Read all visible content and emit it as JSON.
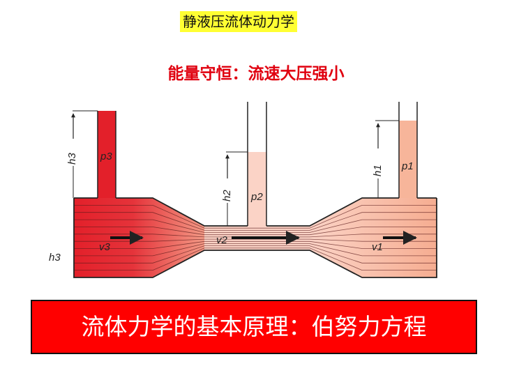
{
  "header": {
    "title": "静液压流体动力学"
  },
  "subtitle": "能量守恒：流速大压强小",
  "banner": {
    "text": "流体力学的基本原理：伯努力方程"
  },
  "diagram": {
    "labels": {
      "h3_column": "h3",
      "p3": "p3",
      "h2_column": "h2",
      "p2": "p2",
      "h1_column": "h1",
      "p1": "p1",
      "v3": "v3",
      "v2": "v2",
      "v1": "v1",
      "h3_side": "h3"
    },
    "colors": {
      "section3": "#e8222a",
      "section2": "#fbd3c6",
      "section1": "#f7b59a",
      "outline": "#222222"
    }
  }
}
